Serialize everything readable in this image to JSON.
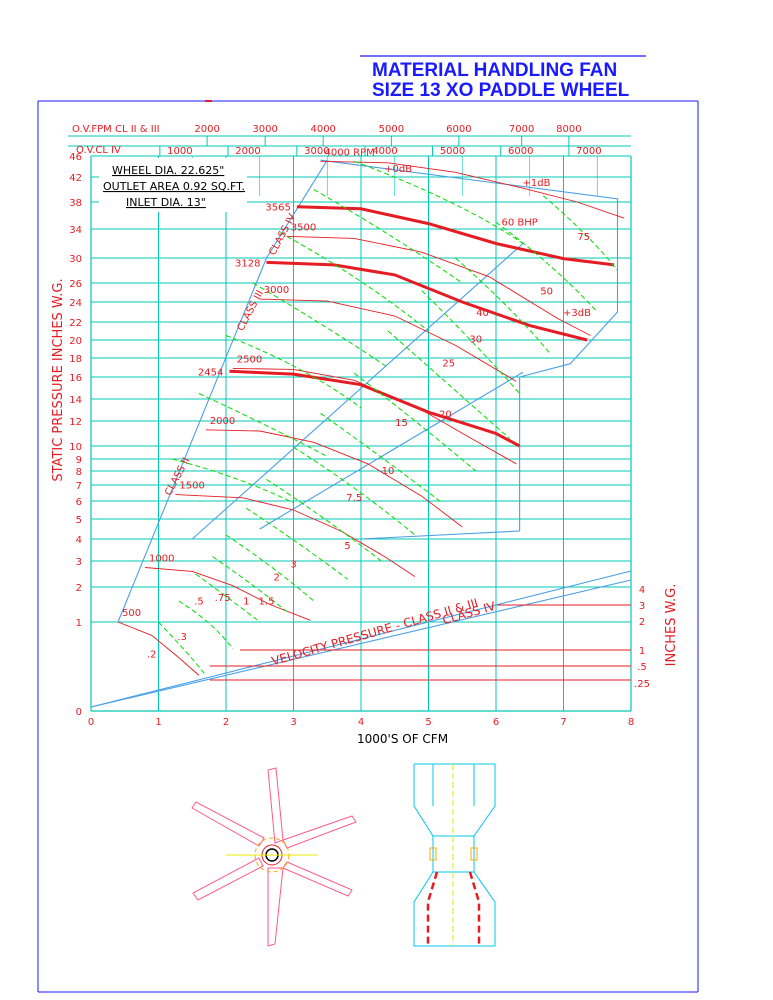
{
  "header": {
    "title": "MATERIAL HANDLING FAN",
    "subtitle": "SIZE 13 XO  PADDLE WHEEL"
  },
  "colors": {
    "grid": "#00c8b4",
    "red": "#e51c23",
    "green": "#00dd00",
    "blue": "#4aa0e6",
    "title_blue": "#1a1aff"
  },
  "chart_data": {
    "type": "line",
    "title": "MATERIAL HANDLING FAN SIZE 13 XO  PADDLE WHEEL",
    "xlabel": "1000'S OF CFM",
    "ylabel": "STATIC PRESSURE INCHES W.G.",
    "xlim": [
      0,
      8
    ],
    "x_ticks": [
      "0",
      "1",
      "2",
      "3",
      "4",
      "5",
      "6",
      "7",
      "8"
    ],
    "y_ticks": [
      "0",
      "1",
      "2",
      "3",
      "4",
      "5",
      "6",
      "7",
      "8",
      "9",
      "10",
      "12",
      "14",
      "16",
      "18",
      "20",
      "22",
      "24",
      "26",
      "30",
      "34",
      "38",
      "42",
      "46"
    ],
    "y_tick_values": [
      0,
      1,
      2,
      3,
      4,
      5,
      6,
      7,
      8,
      9,
      10,
      12,
      14,
      16,
      18,
      20,
      22,
      24,
      26,
      30,
      34,
      38,
      42,
      46
    ],
    "ov_fpm_label": "O.V.FPM CL II & III",
    "ov_fpm_ticks": [
      {
        "x": 1.72,
        "label": "2000"
      },
      {
        "x": 2.58,
        "label": "3000"
      },
      {
        "x": 3.44,
        "label": "4000"
      },
      {
        "x": 4.45,
        "label": "5000"
      },
      {
        "x": 5.45,
        "label": "6000"
      },
      {
        "x": 6.38,
        "label": "7000"
      },
      {
        "x": 7.08,
        "label": "8000"
      }
    ],
    "ov_cl4_label": "O.V.CL IV",
    "ov_cl4_ticks": [
      {
        "x": 1.02,
        "label": "1000"
      },
      {
        "x": 2.03,
        "label": "2000"
      },
      {
        "x": 3.05,
        "label": "3000"
      },
      {
        "x": 4.06,
        "label": "4000"
      },
      {
        "x": 5.06,
        "label": "5000"
      },
      {
        "x": 6.07,
        "label": "6000"
      },
      {
        "x": 7.08,
        "label": "7000"
      }
    ],
    "specs": [
      "WHEEL DIA. 22.625\"",
      "OUTLET AREA 0.92 SQ.FT.",
      "INLET DIA. 13\""
    ],
    "rpm_series": [
      {
        "label": "500",
        "points": [
          [
            0.4,
            1.0
          ],
          [
            0.9,
            0.85
          ],
          [
            1.3,
            0.6
          ],
          [
            1.6,
            0.4
          ]
        ]
      },
      {
        "label": "1000",
        "points": [
          [
            0.8,
            2.75
          ],
          [
            1.5,
            2.6
          ],
          [
            2.1,
            2.05
          ],
          [
            2.65,
            1.5
          ],
          [
            3.25,
            1.05
          ]
        ]
      },
      {
        "label": "1500",
        "points": [
          [
            1.25,
            6.4
          ],
          [
            2.25,
            6.2
          ],
          [
            3.0,
            5.5
          ],
          [
            3.7,
            4.4
          ],
          [
            4.35,
            3.2
          ],
          [
            4.8,
            2.4
          ]
        ]
      },
      {
        "label": "2000",
        "points": [
          [
            1.7,
            11.3
          ],
          [
            2.5,
            11.2
          ],
          [
            3.3,
            10.3
          ],
          [
            4.1,
            8.6
          ],
          [
            4.9,
            6.3
          ],
          [
            5.5,
            4.6
          ]
        ]
      },
      {
        "label": "2500",
        "points": [
          [
            2.1,
            16.9
          ],
          [
            3.0,
            16.8
          ],
          [
            3.9,
            15.7
          ],
          [
            4.9,
            13.0
          ],
          [
            5.7,
            10.4
          ],
          [
            6.3,
            8.6
          ]
        ]
      },
      {
        "label": "3000",
        "points": [
          [
            2.5,
            24.3
          ],
          [
            3.5,
            24.1
          ],
          [
            4.5,
            22.6
          ],
          [
            5.4,
            19.4
          ],
          [
            6.3,
            15.6
          ]
        ]
      },
      {
        "label": "3500",
        "points": [
          [
            2.9,
            33.0
          ],
          [
            3.9,
            32.7
          ],
          [
            4.9,
            30.8
          ],
          [
            5.9,
            27.0
          ],
          [
            6.9,
            22.4
          ],
          [
            7.4,
            20.5
          ]
        ]
      },
      {
        "label": "4000 RPM",
        "points": [
          [
            3.4,
            45.0
          ],
          [
            4.4,
            44.7
          ],
          [
            5.4,
            42.9
          ],
          [
            6.4,
            40.2
          ],
          [
            7.2,
            38.0
          ],
          [
            7.9,
            35.6
          ]
        ]
      }
    ],
    "highlight_curves": [
      {
        "label": "3565",
        "points": [
          [
            3.05,
            37.3
          ],
          [
            4.0,
            37.0
          ],
          [
            5.0,
            34.8
          ],
          [
            6.0,
            32.0
          ],
          [
            7.0,
            29.9
          ],
          [
            7.75,
            28.9
          ]
        ]
      },
      {
        "label": "3128",
        "points": [
          [
            2.6,
            29.3
          ],
          [
            3.6,
            28.9
          ],
          [
            4.5,
            27.3
          ],
          [
            5.5,
            24.0
          ],
          [
            6.5,
            21.6
          ],
          [
            7.35,
            20.0
          ]
        ]
      },
      {
        "label": "2454",
        "points": [
          [
            2.05,
            16.6
          ],
          [
            3.0,
            16.3
          ],
          [
            4.0,
            15.3
          ],
          [
            5.0,
            12.8
          ],
          [
            6.0,
            11.0
          ],
          [
            6.35,
            10.0
          ]
        ]
      }
    ],
    "bhp_labels": [
      {
        "label": ".2",
        "x": 0.9,
        "y": 0.6
      },
      {
        "label": ".3",
        "x": 1.35,
        "y": 0.8
      },
      {
        "label": ".5",
        "x": 1.6,
        "y": 1.5
      },
      {
        "label": ".75",
        "x": 1.95,
        "y": 1.6
      },
      {
        "label": "1",
        "x": 2.3,
        "y": 1.5
      },
      {
        "label": "1.5",
        "x": 2.6,
        "y": 1.5
      },
      {
        "label": "2",
        "x": 2.75,
        "y": 2.25
      },
      {
        "label": "3",
        "x": 3.0,
        "y": 2.75
      },
      {
        "label": "5",
        "x": 3.8,
        "y": 3.55
      },
      {
        "label": "7.5",
        "x": 3.9,
        "y": 6.0
      },
      {
        "label": "10",
        "x": 4.4,
        "y": 7.8
      },
      {
        "label": "15",
        "x": 4.6,
        "y": 11.6
      },
      {
        "label": "20",
        "x": 5.25,
        "y": 12.3
      },
      {
        "label": "25",
        "x": 5.3,
        "y": 17.1
      },
      {
        "label": "30",
        "x": 5.7,
        "y": 19.7
      },
      {
        "label": "40",
        "x": 5.8,
        "y": 22.6
      },
      {
        "label": "50",
        "x": 6.75,
        "y": 24.8
      },
      {
        "label": "60 BHP",
        "x": 6.35,
        "y": 34.5
      },
      {
        "label": "75",
        "x": 7.3,
        "y": 32.5
      }
    ],
    "db_labels": [
      {
        "label": "+0dB",
        "x": 4.55,
        "y": 43.0
      },
      {
        "label": "+1dB",
        "x": 6.6,
        "y": 40.6
      },
      {
        "label": "+3dB",
        "x": 7.2,
        "y": 22.6
      }
    ],
    "class_labels": [
      "CLASS II",
      "CLASS III",
      "CLASS IV"
    ],
    "velocity_pressure_label": "VELOCITY PRESSURE - CLASS II & III",
    "velocity_class4_label": "CLASS IV",
    "right_axis_label": "INCHES W.G.",
    "right_ticks": [
      "4",
      "3",
      "2",
      "1",
      ".5",
      ".25"
    ]
  }
}
